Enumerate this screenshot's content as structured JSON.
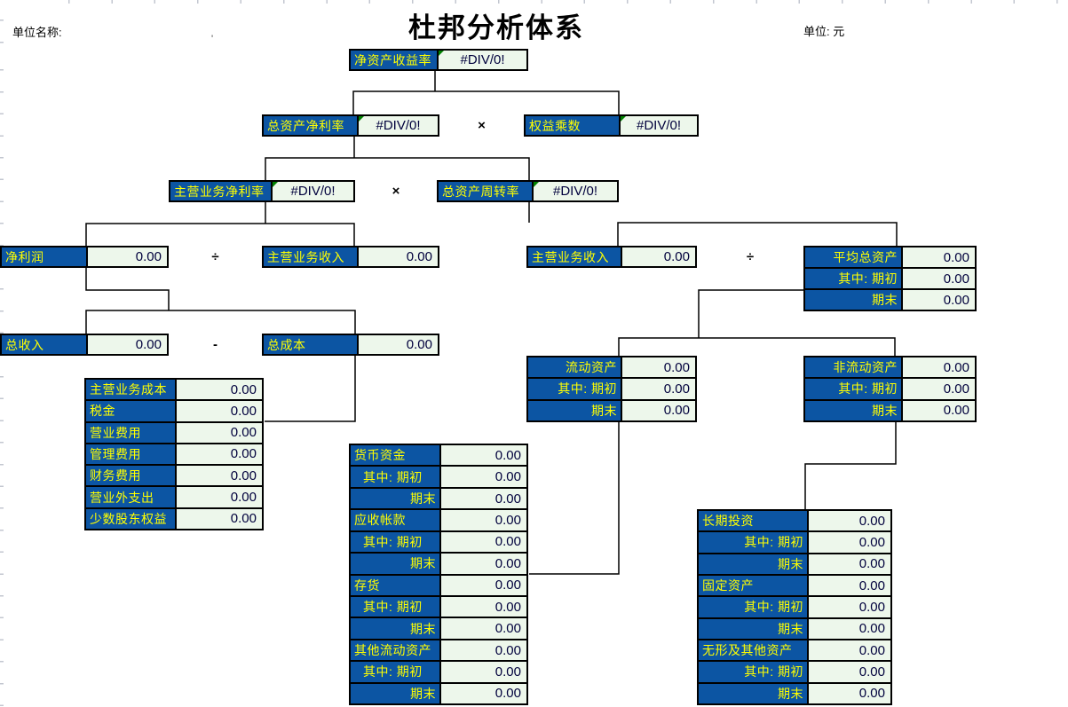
{
  "header": {
    "unit_name_label": "单位名称:",
    "title": "杜邦分析体系",
    "unit_label": "单位: 元",
    "stray_mark": "'"
  },
  "colors": {
    "label_cell_bg": "#0C55A3",
    "label_text": "#FFFF00",
    "value_cell_bg": "#EDF7EB",
    "value_text": "#00003C",
    "border": "#000000",
    "error_indicator": "#008000"
  },
  "operators": {
    "multiply_top": "×",
    "multiply_mid": "×",
    "divide_left": "÷",
    "divide_right": "÷",
    "minus": "-"
  },
  "nodes": {
    "roe": {
      "label": "净资产收益率",
      "value": "#DIV/0!"
    },
    "roa": {
      "label": "总资产净利率",
      "value": "#DIV/0!"
    },
    "equity_multiplier": {
      "label": "权益乘数",
      "value": "#DIV/0!"
    },
    "net_profit_margin": {
      "label": "主营业务净利率",
      "value": "#DIV/0!"
    },
    "total_asset_turnover": {
      "label": "总资产周转率",
      "value": "#DIV/0!"
    },
    "net_profit": {
      "label": "净利润",
      "value": "0.00"
    },
    "main_revenue_left": {
      "label": "主营业务收入",
      "value": "0.00"
    },
    "main_revenue_right": {
      "label": "主营业务收入",
      "value": "0.00"
    },
    "total_revenue": {
      "label": "总收入",
      "value": "0.00"
    },
    "total_cost": {
      "label": "总成本",
      "value": "0.00"
    }
  },
  "avg_total_assets": {
    "rows": [
      {
        "label": "平均总资产",
        "value": "0.00"
      },
      {
        "label": "其中: 期初",
        "value": "0.00"
      },
      {
        "label": "期末",
        "value": "0.00"
      }
    ]
  },
  "current_assets": {
    "rows": [
      {
        "label": "流动资产",
        "value": "0.00"
      },
      {
        "label": "其中: 期初",
        "value": "0.00"
      },
      {
        "label": "期末",
        "value": "0.00"
      }
    ]
  },
  "noncurrent_assets": {
    "rows": [
      {
        "label": "非流动资产",
        "value": "0.00"
      },
      {
        "label": "其中: 期初",
        "value": "0.00"
      },
      {
        "label": "期末",
        "value": "0.00"
      }
    ]
  },
  "cost_items": {
    "rows": [
      {
        "label": "主营业务成本",
        "value": "0.00"
      },
      {
        "label": "税金",
        "value": "0.00"
      },
      {
        "label": "营业费用",
        "value": "0.00"
      },
      {
        "label": "管理费用",
        "value": "0.00"
      },
      {
        "label": "财务费用",
        "value": "0.00"
      },
      {
        "label": "营业外支出",
        "value": "0.00"
      },
      {
        "label": "少数股东权益",
        "value": "0.00"
      }
    ]
  },
  "current_asset_detail": {
    "rows": [
      {
        "label": "货币资金",
        "value": "0.00"
      },
      {
        "label": "其中: 期初",
        "value": "0.00"
      },
      {
        "label": "期末",
        "value": "0.00"
      },
      {
        "label": "应收帐款",
        "value": "0.00"
      },
      {
        "label": "其中: 期初",
        "value": "0.00"
      },
      {
        "label": "期末",
        "value": "0.00"
      },
      {
        "label": "存货",
        "value": "0.00"
      },
      {
        "label": "其中: 期初",
        "value": "0.00"
      },
      {
        "label": "期末",
        "value": "0.00"
      },
      {
        "label": "其他流动资产",
        "value": "0.00"
      },
      {
        "label": "其中: 期初",
        "value": "0.00"
      },
      {
        "label": "期末",
        "value": "0.00"
      }
    ]
  },
  "noncurrent_asset_detail": {
    "rows": [
      {
        "label": "长期投资",
        "value": "0.00"
      },
      {
        "label": "其中: 期初",
        "value": "0.00"
      },
      {
        "label": "期末",
        "value": "0.00"
      },
      {
        "label": "固定资产",
        "value": "0.00"
      },
      {
        "label": "其中: 期初",
        "value": "0.00"
      },
      {
        "label": "期末",
        "value": "0.00"
      },
      {
        "label": "无形及其他资产",
        "value": "0.00"
      },
      {
        "label": "其中: 期初",
        "value": "0.00"
      },
      {
        "label": "期末",
        "value": "0.00"
      }
    ]
  }
}
